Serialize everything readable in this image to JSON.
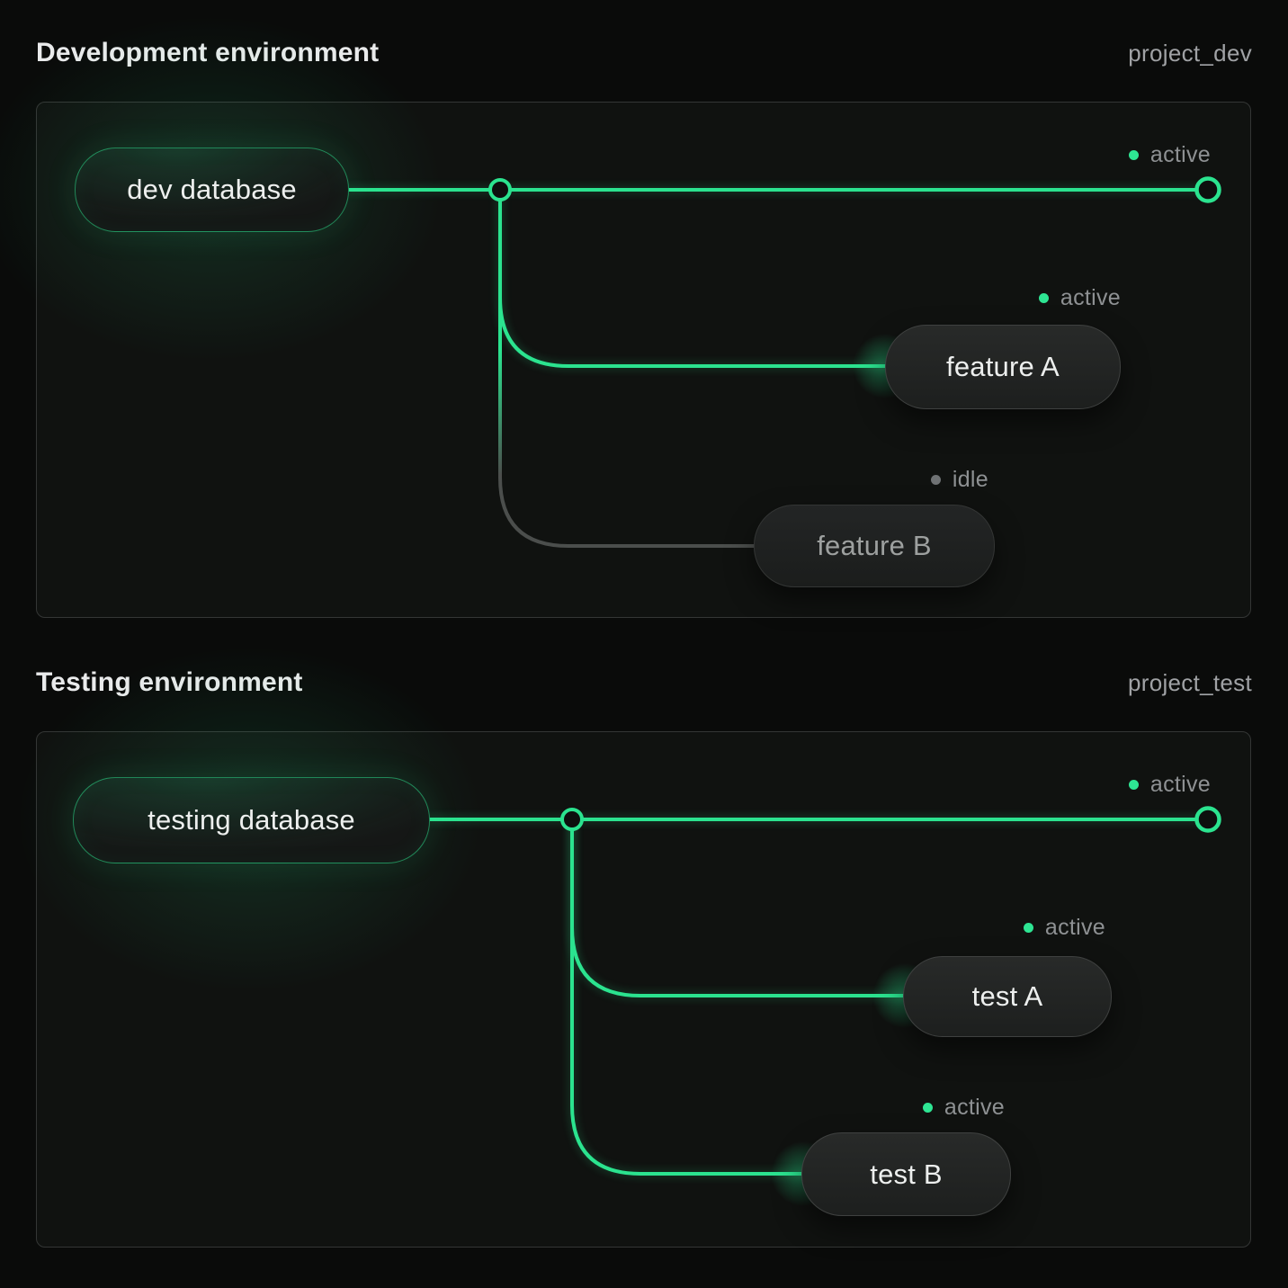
{
  "colors": {
    "accent": "#2be38f",
    "accent-dot": "#2ee593",
    "idle-line": "#4b4e4c",
    "idle-dot": "#6f7274",
    "status-text": "#8e9193",
    "project-text": "#a0a2a5",
    "title-text": "#e9eaeb",
    "pill-text": "#edefee",
    "muted-pill-text": "#9da09f",
    "panel-border": "#343635",
    "page-bg": "#0a0b0a",
    "panel-bg": "#101210"
  },
  "panels": [
    {
      "title": "Development environment",
      "project": "project_dev",
      "root": {
        "label": "dev database"
      },
      "main": {
        "status": "active"
      },
      "branches": [
        {
          "label": "feature A",
          "status": "active"
        },
        {
          "label": "feature B",
          "status": "idle"
        }
      ]
    },
    {
      "title": "Testing environment",
      "project": "project_test",
      "root": {
        "label": "testing database"
      },
      "main": {
        "status": "active"
      },
      "branches": [
        {
          "label": "test A",
          "status": "active"
        },
        {
          "label": "test B",
          "status": "active"
        }
      ]
    }
  ]
}
